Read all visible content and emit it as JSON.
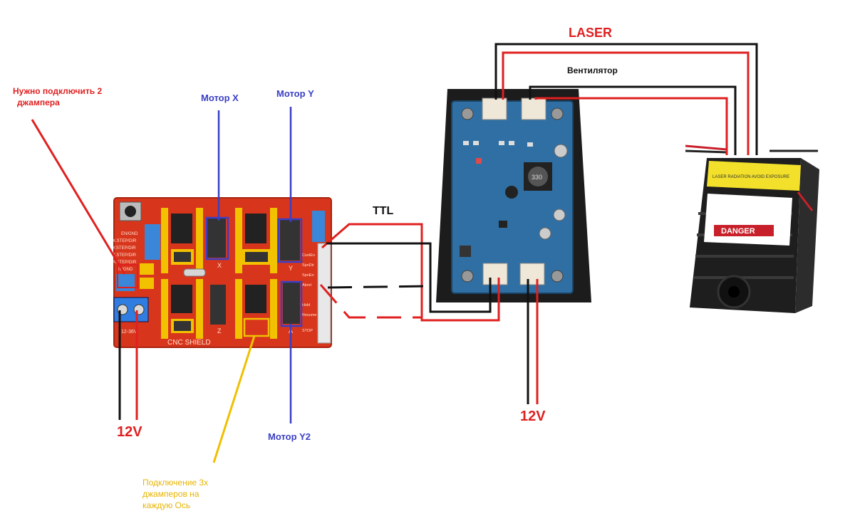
{
  "labels": {
    "jumper_note_line1": "Нужно подключить 2",
    "jumper_note_line2": "джампера",
    "motor_x": "Мотор X",
    "motor_y": "Мотор Y",
    "motor_y2": "Мотор Y2",
    "laser": "LASER",
    "fan": "Вентилятор",
    "ttl": "TTL",
    "power_left": "12V",
    "power_right": "12V",
    "axis_jumpers_line1": "Подключение 3х",
    "axis_jumpers_line2": "джамперов на",
    "axis_jumpers_line3": "каждую Ось"
  },
  "board": {
    "silkscreen_title": "CNC SHIELD",
    "silk_rows": [
      "EN/GND",
      "X.STEP/DIR",
      "Y.STEP/DIR",
      "Z.STEP/DIR",
      "A.STEP/DIR",
      "5V/GND"
    ],
    "right_header_labels": [
      "CoolEn",
      "SpnDir",
      "SpnEn",
      "Abort",
      "Hold",
      "Resume",
      "STOP"
    ],
    "power_label": "12-36V",
    "axis_x": "X",
    "axis_y": "Y",
    "axis_z": "Z",
    "axis_a": "A"
  },
  "module": {
    "coil_label": "330"
  },
  "laser_head": {
    "warning_text": "DANGER",
    "label_text": "LASER RADIATION AVOID EXPOSURE"
  },
  "colors": {
    "wire_red": "#e02020",
    "wire_black": "#111111",
    "pointer_blue": "#3a3fc4",
    "pointer_yellow": "#f0c000",
    "board_red": "#d8361c",
    "module_blue": "#2f6fa3"
  }
}
